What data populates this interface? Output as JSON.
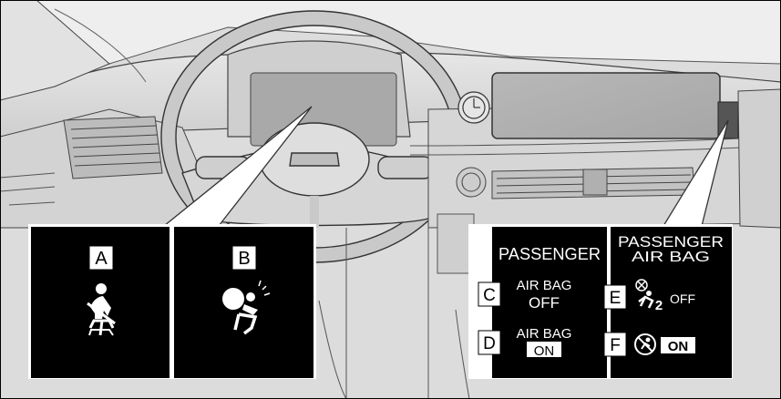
{
  "panel_left": {
    "a": {
      "letter": "A",
      "icon": "seatbelt-reminder-icon"
    },
    "b": {
      "letter": "B",
      "icon": "airbag-warning-icon"
    }
  },
  "panel_right": {
    "col_left_title": "PASSENGER",
    "col_right_title_1": "PASSENGER",
    "col_right_title_2": "AIR BAG",
    "c": {
      "letter": "C",
      "line1": "AIR BAG",
      "line2": "OFF"
    },
    "d": {
      "letter": "D",
      "line1": "AIR BAG",
      "line2": "ON"
    },
    "e": {
      "letter": "E",
      "icon": "passenger-airbag-off-icon",
      "subscript": "2",
      "text": "OFF"
    },
    "f": {
      "letter": "F",
      "icon": "passenger-airbag-on-icon",
      "text": "ON"
    }
  },
  "colors": {
    "background": "#d9d9d9",
    "panel": "#000000",
    "line": "#333333",
    "text_white": "#ffffff"
  }
}
